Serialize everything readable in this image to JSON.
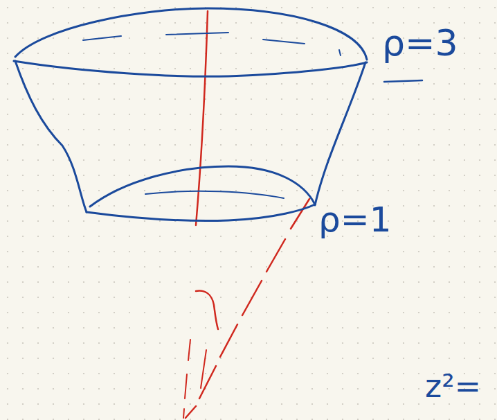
{
  "diagram": {
    "labels": [
      "ρ=3",
      "ρ=1",
      "z²="
    ]
  }
}
